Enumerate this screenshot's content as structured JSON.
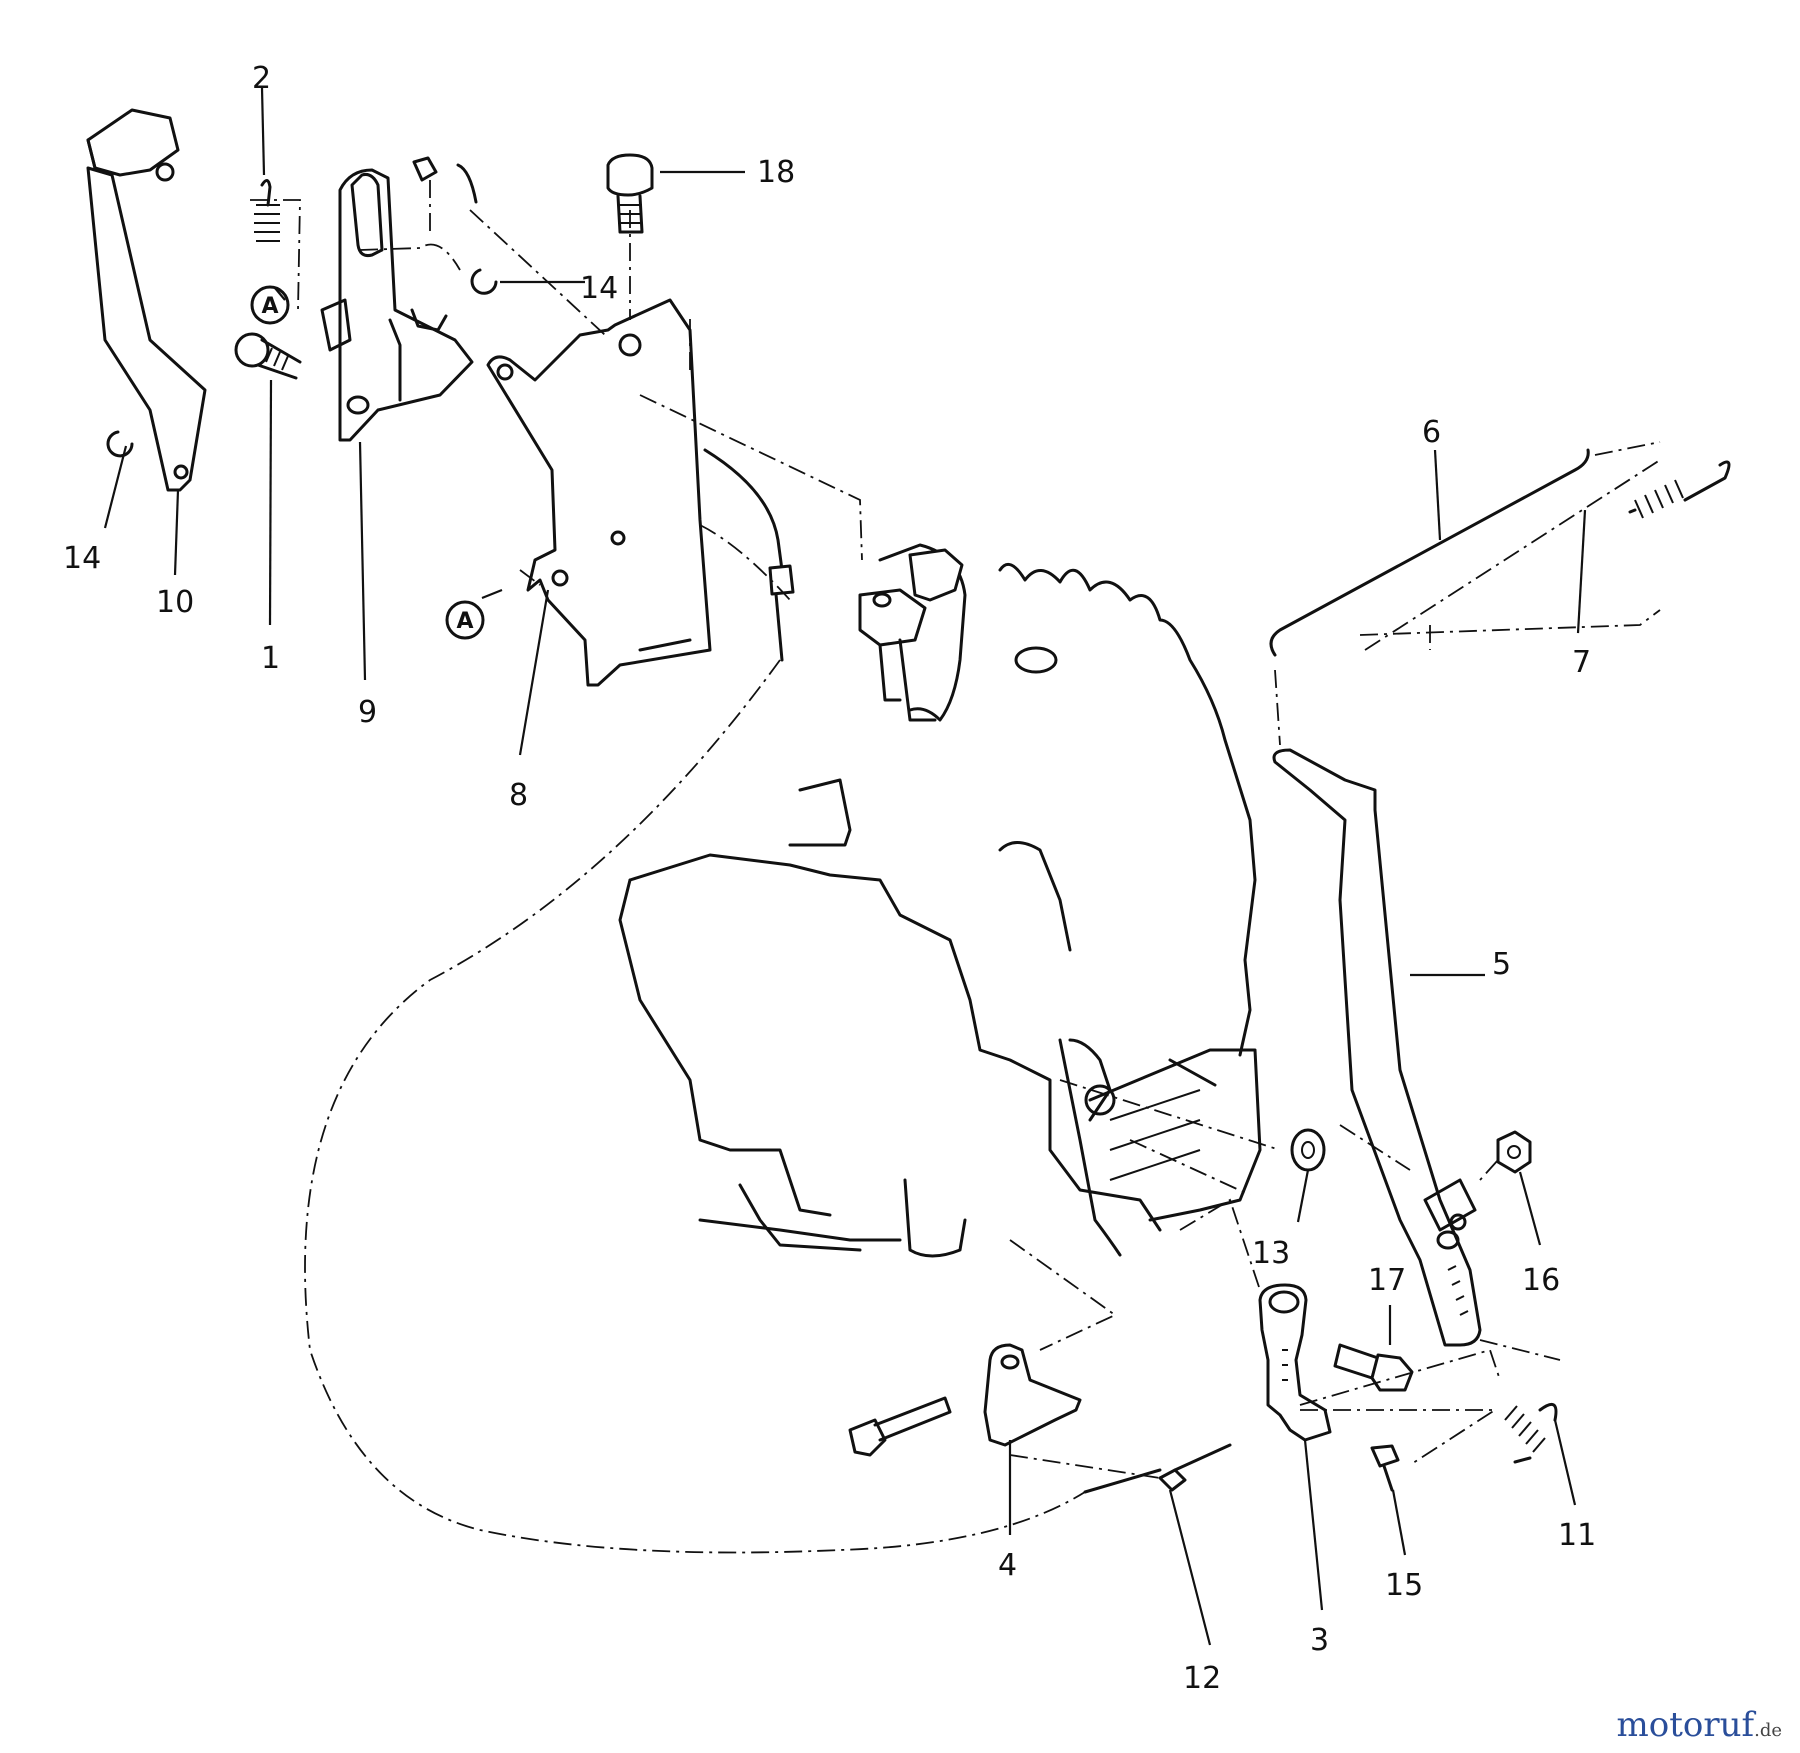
{
  "callouts": {
    "c1": "1",
    "c2": "2",
    "c3": "3",
    "c4": "4",
    "c5": "5",
    "c6": "6",
    "c7": "7",
    "c8": "8",
    "c9": "9",
    "c10": "10",
    "c11": "11",
    "c12": "12",
    "c13": "13",
    "c14a": "14",
    "c14b": "14",
    "c15": "15",
    "c16": "16",
    "c17": "17",
    "c18": "18"
  },
  "markers": {
    "a1": "A",
    "a2": "A"
  },
  "watermark": {
    "name": "motoruf",
    "suffix": ".de"
  }
}
